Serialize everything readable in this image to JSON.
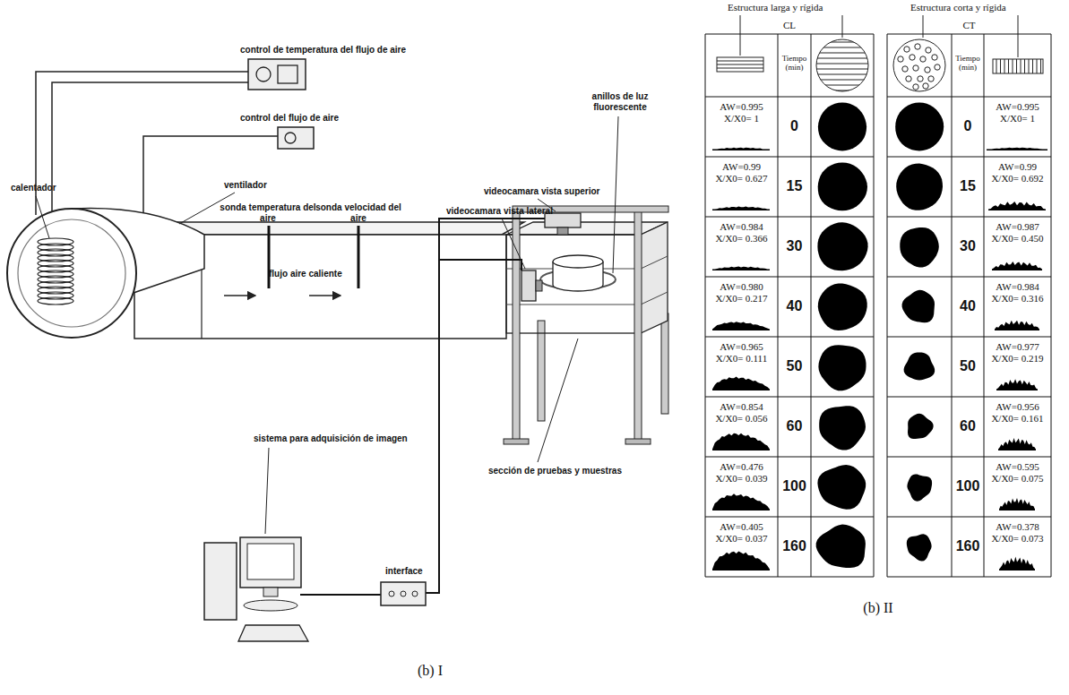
{
  "diagram": {
    "labels": [
      "control de temperatura del flujo de aire",
      "control del flujo de aire",
      "calentador",
      "ventilador",
      "sonda temperatura del aire",
      "sonda velocidad del aire",
      "flujo aire caliente",
      "videocamara vista superior",
      "anillos de luz fluorescente",
      "videocamara vista lateral",
      "sistema para adquisición de imagen",
      "interface",
      "sección de pruebas y muestras",
      "(b) I",
      "Estructura larga y rígida",
      "Estructura corta y rígida",
      "CL",
      "CT",
      "Tiempo (min)",
      "Tiempo (min)",
      "AW=0.995",
      "X/X0= 1",
      "0",
      "AW=0.99",
      "X/X0= 0.627",
      "15",
      "AW=0.984",
      "X/X0= 0.366",
      "30",
      "AW=0.980",
      "X/X0= 0.217",
      "40",
      "AW=0.965",
      "X/X0= 0.111",
      "50",
      "AW=0.854",
      "X/X0= 0.056",
      "60",
      "AW=0.476",
      "X/X0= 0.039",
      "100",
      "AW=0.405",
      "X/X0= 0.037",
      "160",
      "0",
      "AW=0.995",
      "X/X0= 1",
      "15",
      "AW=0.99",
      "X/X0= 0.692",
      "30",
      "AW=0.987",
      "X/X0= 0.450",
      "40",
      "AW=0.984",
      "X/X0= 0.316",
      "50",
      "AW=0.977",
      "X/X0= 0.219",
      "60",
      "AW=0.956",
      "X/X0= 0.161",
      "100",
      "AW=0.595",
      "X/X0= 0.075",
      "160",
      "AW=0.378",
      "X/X0= 0.073",
      "(b) II"
    ]
  }
}
